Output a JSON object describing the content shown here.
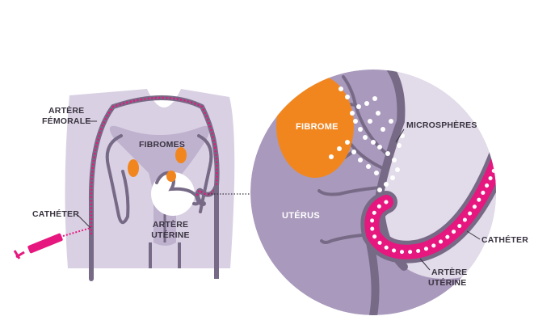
{
  "labels": {
    "artere_femorale_1": "ARTÈRE",
    "artere_femorale_2": "FÉMORALE",
    "fibromes": "FIBROMES",
    "catheter_left": "CATHÉTER",
    "artere_uterine_left_1": "ARTÈRE",
    "artere_uterine_left_2": "UTÉRINE",
    "fibrome": "FIBROME",
    "microspheres": "MICROSPHÈRES",
    "uterus": "UTÉRUS",
    "catheter_right": "CATHÉTER",
    "artere_uterine_right_1": "ARTÈRE",
    "artere_uterine_right_2": "UTÉRINE"
  },
  "colors": {
    "body": "#d9d1e3",
    "vessel": "#776a86",
    "uterus": "#bfb2cf",
    "circle": "#a999bc",
    "fibroid": "#f2861e",
    "catheter": "#e6177e",
    "text": "#3a3340"
  }
}
